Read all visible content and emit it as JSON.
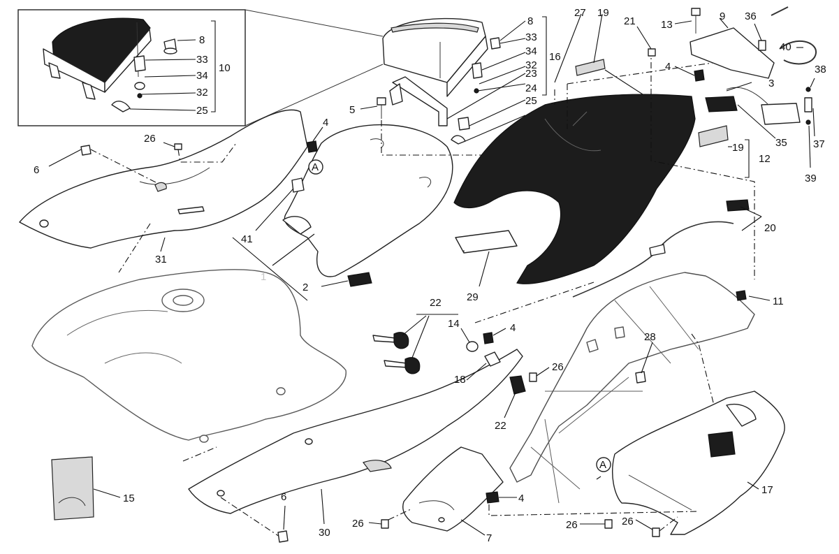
{
  "callouts": {
    "c1": "1",
    "c2": "2",
    "c3": "3",
    "c4": "4",
    "c5": "5",
    "c6": "6",
    "c7": "7",
    "c8": "8",
    "c9": "9",
    "c10": "10",
    "c11": "11",
    "c12": "12",
    "c13": "13",
    "c14": "14",
    "c15": "15",
    "c16": "16",
    "c17": "17",
    "c18": "18",
    "c19": "19",
    "c20": "20",
    "c21": "21",
    "c22": "22",
    "c23": "23",
    "c24": "24",
    "c25": "25",
    "c26": "26",
    "c27": "27",
    "c28": "28",
    "c29": "29",
    "c30": "30",
    "c31": "31",
    "c32": "32",
    "c33": "33",
    "c34": "34",
    "c35": "35",
    "c36": "36",
    "c37": "37",
    "c38": "38",
    "c39": "39",
    "c40": "40",
    "c41": "41",
    "ref_a": "A"
  },
  "colors": {
    "line": "#222222",
    "dark_part": "#1c1c1c",
    "background": "#ffffff"
  }
}
